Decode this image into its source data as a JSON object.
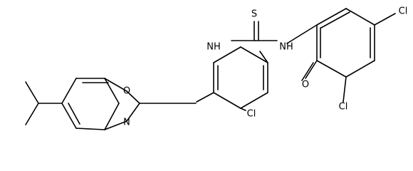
{
  "molecule": {
    "labels": {
      "cl_top_right": "Cl",
      "cl_right_ring": "Cl",
      "cl_center": "Cl",
      "s": "S",
      "o_carbonyl": "O",
      "nh_left": "NH",
      "nh_right": "NH",
      "o_oxazole": "O",
      "n_oxazole": "N"
    }
  }
}
